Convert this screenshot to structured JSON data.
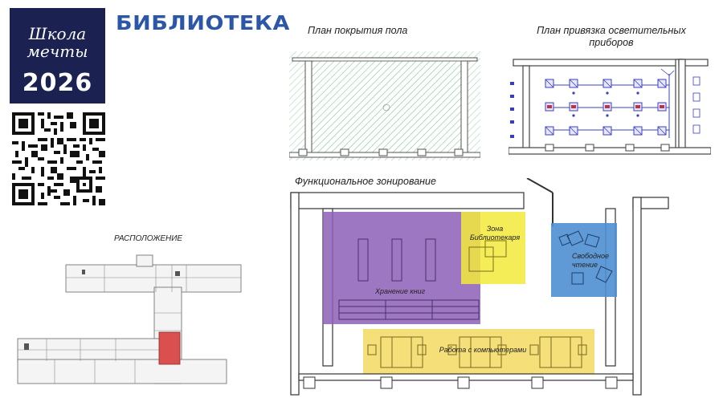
{
  "logo": {
    "line1": "Школа",
    "line2": "мечты",
    "year": "2026"
  },
  "header": {
    "title": "БИБЛИОТЕКА"
  },
  "captions": {
    "floor_plan": "План покрытия пола",
    "lighting_plan_line1": "План привязка осветительных",
    "lighting_plan_line2": "приборов",
    "location": "РАСПОЛОЖЕНИЕ",
    "zoning": "Функциональное зонирование"
  },
  "zones": {
    "storage": "Хранение книг",
    "librarian_line1": "Зона",
    "librarian_line2": "Библиотекаря",
    "reading_line1": "Свободное",
    "reading_line2": "чтение",
    "computers": "Работа с компьютерами"
  },
  "colors": {
    "logo_bg": "#1b2150",
    "brand": "#2c57a8",
    "storage": "#8d5fb8",
    "librarian": "#f3ea3b",
    "reading": "#4f8fd1",
    "computers": "#f3dc6a",
    "location_highlight": "#d9504f"
  }
}
